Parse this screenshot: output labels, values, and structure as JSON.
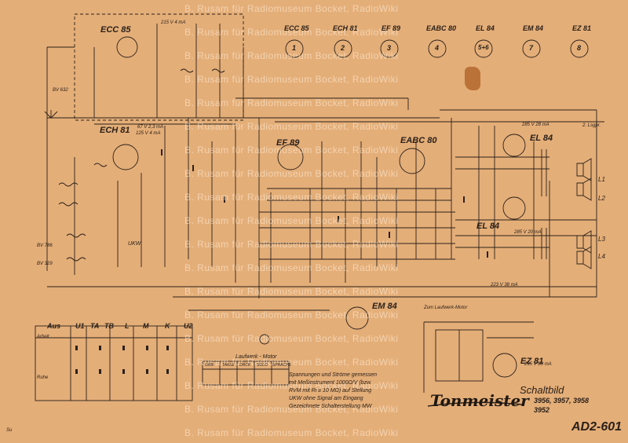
{
  "watermark": "B. Rusam für Radiomuseum Bocket, RadioWiki",
  "tubes_top": [
    "ECC 85",
    "ECH 81",
    "EF 89",
    "EABC 80",
    "EL 84",
    "EM 84",
    "EZ 81"
  ],
  "tube_numbers": [
    "1",
    "2",
    "3",
    "4",
    "5+6",
    "7",
    "8"
  ],
  "tube_labels": {
    "ecc85": "ECC 85",
    "ech81": "ECH 81",
    "ef89": "EF 89",
    "eabc80": "EABC 80",
    "el84_a": "EL 84",
    "el84_b": "EL 84",
    "em84": "EM 84",
    "ez81": "EZ 81"
  },
  "switch_labels": [
    "Aus",
    "U1",
    "TA",
    "TB",
    "L",
    "M",
    "K",
    "U2"
  ],
  "side_labels": {
    "arbeit": "Arbeit",
    "ruhe": "Ruhe"
  },
  "motor_label": "Laufwerk - Motor",
  "motor_top_label": "Zum Laufwerk-Motor",
  "notes": [
    "Spannungen und Ströme gemessen",
    "mit Meßinstrument 1000Ω/V (bzw.",
    "RVM mit Ri ≥ 10 MΩ) auf Stellung",
    "UKW ohne Signal am Eingang",
    "Gezeichnete Schalterstellung MW"
  ],
  "brand": "Tonmeister",
  "schaltbild": "Schaltbild",
  "models": [
    "3956, 3957, 3958",
    "3952"
  ],
  "doc_code": "AD2-601",
  "speaker_labels": [
    "2. Lsgpr.",
    "L1",
    "L2",
    "L3",
    "L4"
  ],
  "voltages": [
    "285 V 28 mA",
    "285 V 20 mA",
    "223 V 38 mA",
    "295 V 80 mA",
    "67 V 2,3 mA",
    "125 V 4 mA",
    "215 V 4 mA"
  ],
  "antenna_labels": [
    "BV 786",
    "BV 329",
    "BV 632",
    "UKW"
  ],
  "motor_table": [
    "GRIF",
    "TAKLE",
    "DRCK",
    "SOLO",
    "SPRACHE"
  ],
  "corner_mark": "Su",
  "colors": {
    "paper": "#e4ae78",
    "ink": "#2b211a",
    "stain": "#b4672e"
  }
}
